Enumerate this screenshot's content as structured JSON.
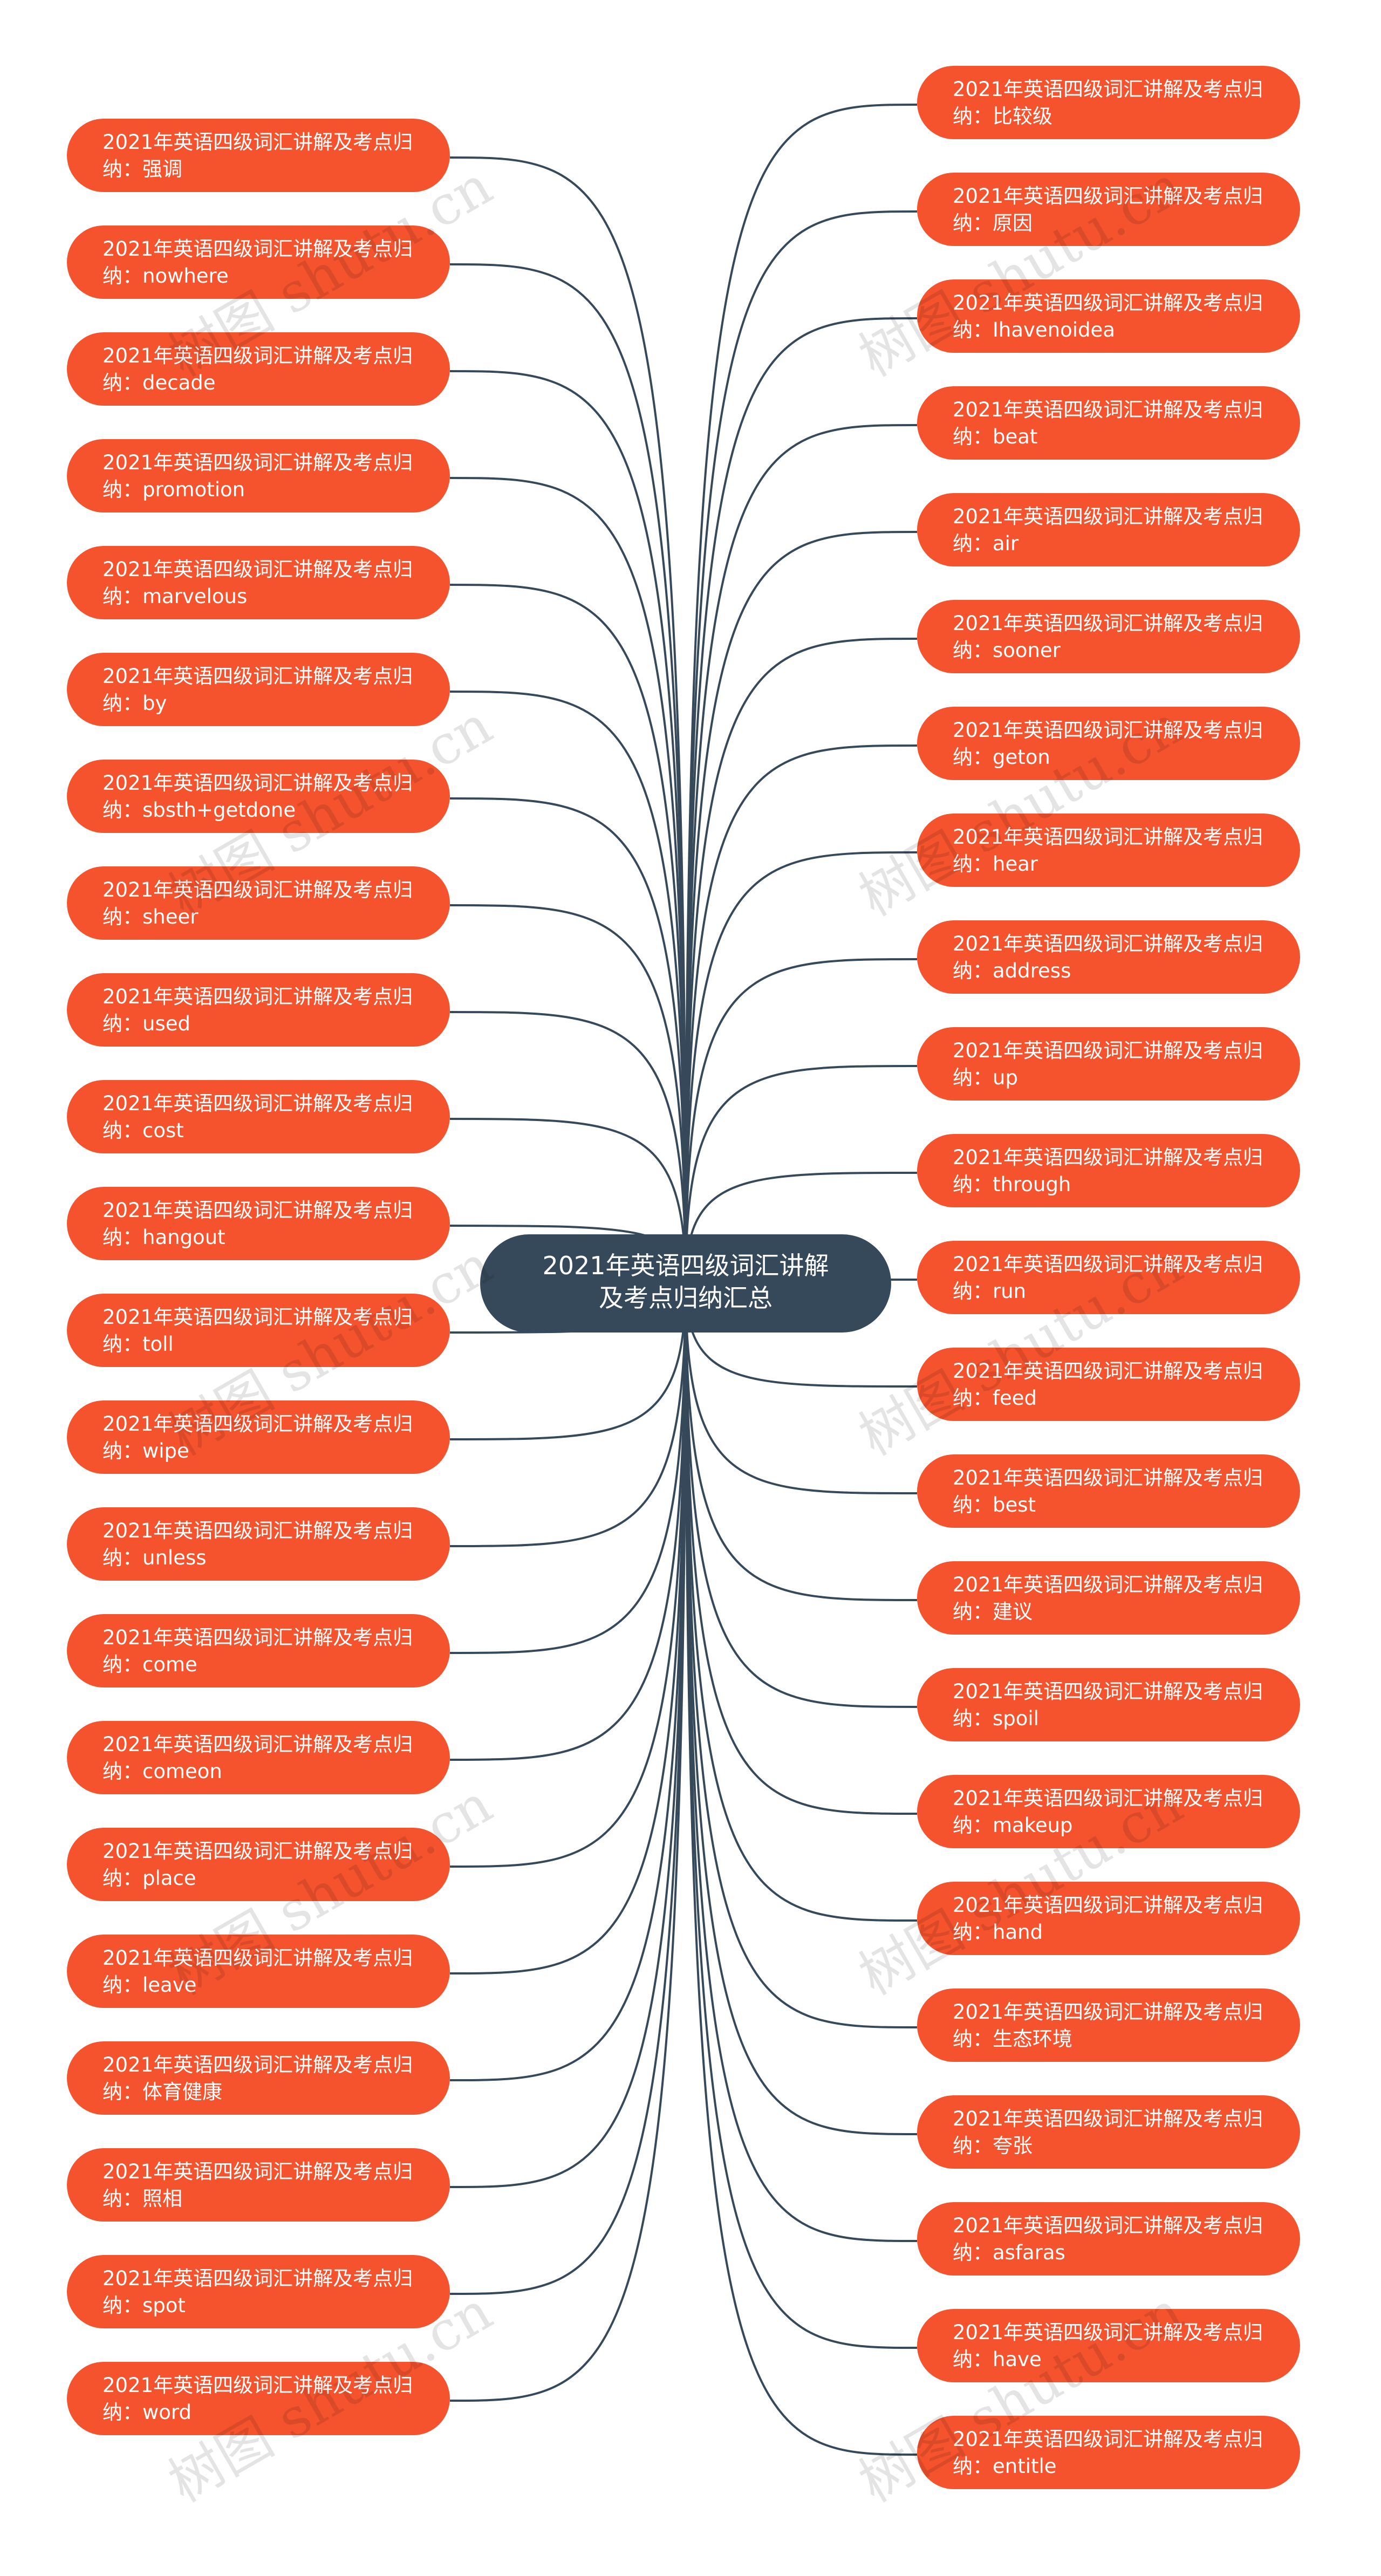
{
  "center": {
    "lines": [
      "2021年英语四级词汇讲解",
      "及考点归纳汇总"
    ]
  },
  "left_nodes": [
    {
      "line1": "2021年英语四级词汇讲解及考点归",
      "line2": "纳：强调"
    },
    {
      "line1": "2021年英语四级词汇讲解及考点归",
      "line2": "纳：nowhere"
    },
    {
      "line1": "2021年英语四级词汇讲解及考点归",
      "line2": "纳：decade"
    },
    {
      "line1": "2021年英语四级词汇讲解及考点归",
      "line2": "纳：promotion"
    },
    {
      "line1": "2021年英语四级词汇讲解及考点归",
      "line2": "纳：marvelous"
    },
    {
      "line1": "2021年英语四级词汇讲解及考点归",
      "line2": "纳：by"
    },
    {
      "line1": "2021年英语四级词汇讲解及考点归",
      "line2": "纳：sbsth+getdone"
    },
    {
      "line1": "2021年英语四级词汇讲解及考点归",
      "line2": "纳：sheer"
    },
    {
      "line1": "2021年英语四级词汇讲解及考点归",
      "line2": "纳：used"
    },
    {
      "line1": "2021年英语四级词汇讲解及考点归",
      "line2": "纳：cost"
    },
    {
      "line1": "2021年英语四级词汇讲解及考点归",
      "line2": "纳：hangout"
    },
    {
      "line1": "2021年英语四级词汇讲解及考点归",
      "line2": "纳：toll"
    },
    {
      "line1": "2021年英语四级词汇讲解及考点归",
      "line2": "纳：wipe"
    },
    {
      "line1": "2021年英语四级词汇讲解及考点归",
      "line2": "纳：unless"
    },
    {
      "line1": "2021年英语四级词汇讲解及考点归",
      "line2": "纳：come"
    },
    {
      "line1": "2021年英语四级词汇讲解及考点归",
      "line2": "纳：comeon"
    },
    {
      "line1": "2021年英语四级词汇讲解及考点归",
      "line2": "纳：place"
    },
    {
      "line1": "2021年英语四级词汇讲解及考点归",
      "line2": "纳：leave"
    },
    {
      "line1": "2021年英语四级词汇讲解及考点归",
      "line2": "纳：体育健康"
    },
    {
      "line1": "2021年英语四级词汇讲解及考点归",
      "line2": "纳：照相"
    },
    {
      "line1": "2021年英语四级词汇讲解及考点归",
      "line2": "纳：spot"
    },
    {
      "line1": "2021年英语四级词汇讲解及考点归",
      "line2": "纳：word"
    }
  ],
  "right_nodes": [
    {
      "line1": "2021年英语四级词汇讲解及考点归",
      "line2": "纳：比较级"
    },
    {
      "line1": "2021年英语四级词汇讲解及考点归",
      "line2": "纳：原因"
    },
    {
      "line1": "2021年英语四级词汇讲解及考点归",
      "line2": "纳：Ihavenoidea"
    },
    {
      "line1": "2021年英语四级词汇讲解及考点归",
      "line2": "纳：beat"
    },
    {
      "line1": "2021年英语四级词汇讲解及考点归",
      "line2": "纳：air"
    },
    {
      "line1": "2021年英语四级词汇讲解及考点归",
      "line2": "纳：sooner"
    },
    {
      "line1": "2021年英语四级词汇讲解及考点归",
      "line2": "纳：geton"
    },
    {
      "line1": "2021年英语四级词汇讲解及考点归",
      "line2": "纳：hear"
    },
    {
      "line1": "2021年英语四级词汇讲解及考点归",
      "line2": "纳：address"
    },
    {
      "line1": "2021年英语四级词汇讲解及考点归",
      "line2": "纳：up"
    },
    {
      "line1": "2021年英语四级词汇讲解及考点归",
      "line2": "纳：through"
    },
    {
      "line1": "2021年英语四级词汇讲解及考点归",
      "line2": "纳：run"
    },
    {
      "line1": "2021年英语四级词汇讲解及考点归",
      "line2": "纳：feed"
    },
    {
      "line1": "2021年英语四级词汇讲解及考点归",
      "line2": "纳：best"
    },
    {
      "line1": "2021年英语四级词汇讲解及考点归",
      "line2": "纳：建议"
    },
    {
      "line1": "2021年英语四级词汇讲解及考点归",
      "line2": "纳：spoil"
    },
    {
      "line1": "2021年英语四级词汇讲解及考点归",
      "line2": "纳：makeup"
    },
    {
      "line1": "2021年英语四级词汇讲解及考点归",
      "line2": "纳：hand"
    },
    {
      "line1": "2021年英语四级词汇讲解及考点归",
      "line2": "纳：生态环境"
    },
    {
      "line1": "2021年英语四级词汇讲解及考点归",
      "line2": "纳：夸张"
    },
    {
      "line1": "2021年英语四级词汇讲解及考点归",
      "line2": "纳：asfaras"
    },
    {
      "line1": "2021年英语四级词汇讲解及考点归",
      "line2": "纳：have"
    },
    {
      "line1": "2021年英语四级词汇讲解及考点归",
      "line2": "纳：entitle"
    }
  ],
  "watermark": {
    "text": "树图 shutu.cn"
  },
  "colors": {
    "leaf_fill": "#f5532d",
    "center_fill": "#36495a",
    "connector": "#36495a",
    "background": "#ffffff"
  }
}
